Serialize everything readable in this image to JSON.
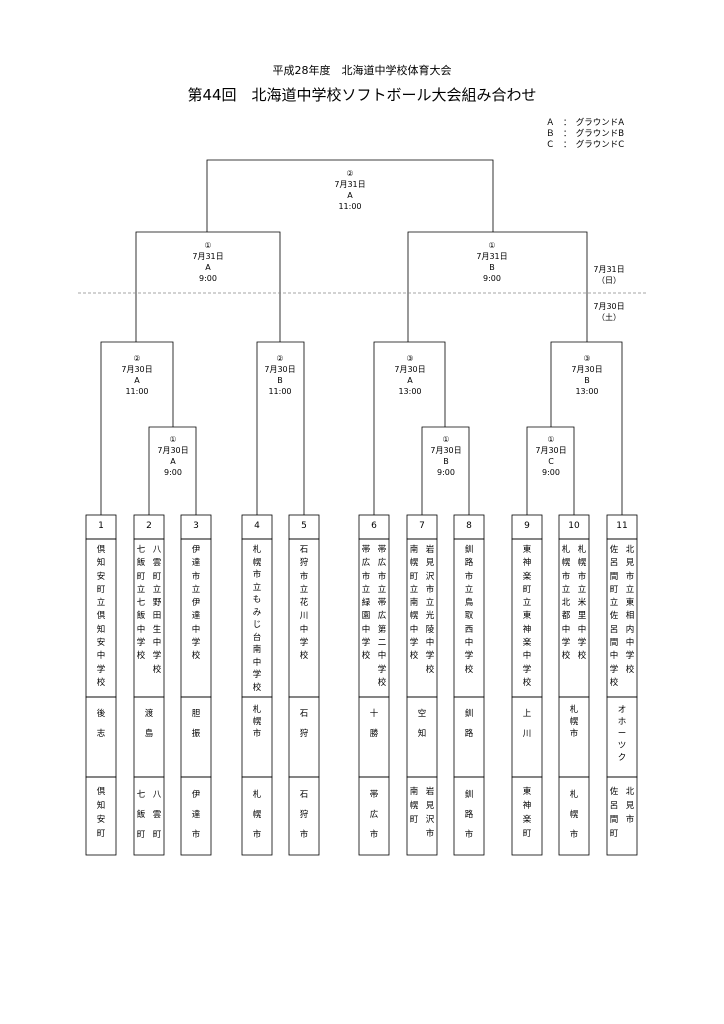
{
  "header": {
    "subtitle": "平成28年度　北海道中学校体育大会",
    "title": "第44回　北海道中学校ソフトボール大会組み合わせ"
  },
  "legend": [
    "Ａ　：　グラウンドA",
    "Ｂ　：　グラウンドB",
    "Ｃ　：　グラウンドC"
  ],
  "day_labels": {
    "day2_date": "7月31日",
    "day2_weekday": "（日）",
    "day1_date": "7月30日",
    "day1_weekday": "（土）"
  },
  "matches": {
    "final": {
      "num": "②",
      "date": "7月31日",
      "ground": "A",
      "time": "11:00"
    },
    "sf_l": {
      "num": "①",
      "date": "7月31日",
      "ground": "A",
      "time": "9:00"
    },
    "sf_r": {
      "num": "①",
      "date": "7月31日",
      "ground": "B",
      "time": "9:00"
    },
    "qf1": {
      "num": "②",
      "date": "7月30日",
      "ground": "A",
      "time": "11:00"
    },
    "qf2": {
      "num": "②",
      "date": "7月30日",
      "ground": "B",
      "time": "11:00"
    },
    "qf3": {
      "num": "③",
      "date": "7月30日",
      "ground": "A",
      "time": "13:00"
    },
    "qf4": {
      "num": "③",
      "date": "7月30日",
      "ground": "B",
      "time": "13:00"
    },
    "r1a": {
      "num": "①",
      "date": "7月30日",
      "ground": "A",
      "time": "9:00"
    },
    "r1b": {
      "num": "①",
      "date": "7月30日",
      "ground": "B",
      "time": "9:00"
    },
    "r1c": {
      "num": "①",
      "date": "7月30日",
      "ground": "C",
      "time": "9:00"
    }
  },
  "teams": [
    {
      "no": "1",
      "school": [
        "倶知安町立倶知安中学校"
      ],
      "region": "後　志",
      "city": [
        "倶知安町"
      ]
    },
    {
      "no": "2",
      "school": [
        "八雲町立野田生中学校",
        "七飯町立七飯中学校"
      ],
      "region": "渡　島",
      "city": [
        "八雲町",
        "七飯町"
      ]
    },
    {
      "no": "3",
      "school": [
        "伊達市立伊達中学校"
      ],
      "region": "胆　振",
      "city": [
        "伊達市"
      ]
    },
    {
      "no": "4",
      "school": [
        "札幌市立もみじ台南中学校"
      ],
      "region": "札　幌　市",
      "city": [
        "札幌市"
      ]
    },
    {
      "no": "5",
      "school": [
        "石狩市立花川中学校"
      ],
      "region": "石　狩",
      "city": [
        "石狩市"
      ]
    },
    {
      "no": "6",
      "school": [
        "帯広市立帯広第二中学校",
        "帯広市立緑園中学校"
      ],
      "region": "十　勝",
      "city": [
        "帯広市"
      ]
    },
    {
      "no": "7",
      "school": [
        "岩見沢市立光陵中学校",
        "南幌町立南幌中学校"
      ],
      "region": "空　知",
      "city": [
        "岩見沢市",
        "南幌町"
      ]
    },
    {
      "no": "8",
      "school": [
        "釧路市立鳥取西中学校"
      ],
      "region": "釧　路",
      "city": [
        "釧路市"
      ]
    },
    {
      "no": "9",
      "school": [
        "東神楽町立東神楽中学校"
      ],
      "region": "上　川",
      "city": [
        "東神楽町"
      ]
    },
    {
      "no": "10",
      "school": [
        "札幌市立米里中学校",
        "札幌市立北都中学校"
      ],
      "region": "札　幌　市",
      "city": [
        "札幌市"
      ]
    },
    {
      "no": "11",
      "school": [
        "北見市立東相内中学校",
        "佐呂間町立佐呂間中学校"
      ],
      "region": "オホーツク",
      "city": [
        "北見市",
        "佐呂間町"
      ]
    }
  ]
}
